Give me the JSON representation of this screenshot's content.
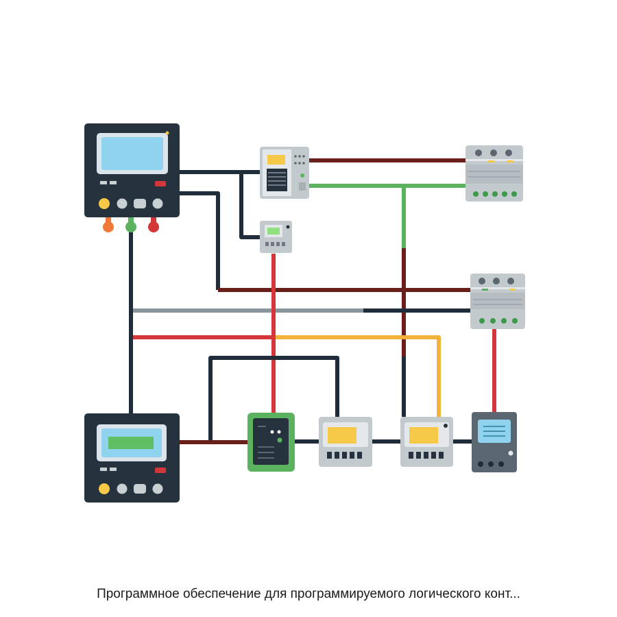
{
  "caption": "Программное обеспечение для программируемого логического конт...",
  "colors": {
    "background": "#ffffff",
    "wire_dark": "#1f2d3a",
    "wire_maroon": "#6b1f1a",
    "wire_green": "#5bb35f",
    "wire_red": "#d3373a",
    "wire_gray": "#8a949b",
    "wire_orange": "#f3b23c",
    "device_dark": "#26333f",
    "device_light": "#d8dde0",
    "screen_blue": "#8fd3ee",
    "screen_green": "#5fbf63",
    "screen_yellow": "#f7c948",
    "module_green": "#5bb35f"
  },
  "devices": [
    {
      "id": "plc-panel-top",
      "type": "hmi-panel",
      "screen": "blue"
    },
    {
      "id": "plc-panel-bottom",
      "type": "hmi-panel",
      "screen": "green"
    },
    {
      "id": "cpu-module",
      "type": "plc-module"
    },
    {
      "id": "small-display-module",
      "type": "display-module"
    },
    {
      "id": "breaker-top",
      "type": "circuit-breaker"
    },
    {
      "id": "breaker-middle",
      "type": "circuit-breaker"
    },
    {
      "id": "green-controller",
      "type": "controller"
    },
    {
      "id": "relay-module-1",
      "type": "relay-module"
    },
    {
      "id": "relay-module-2",
      "type": "relay-module"
    },
    {
      "id": "power-supply",
      "type": "power-supply"
    }
  ]
}
